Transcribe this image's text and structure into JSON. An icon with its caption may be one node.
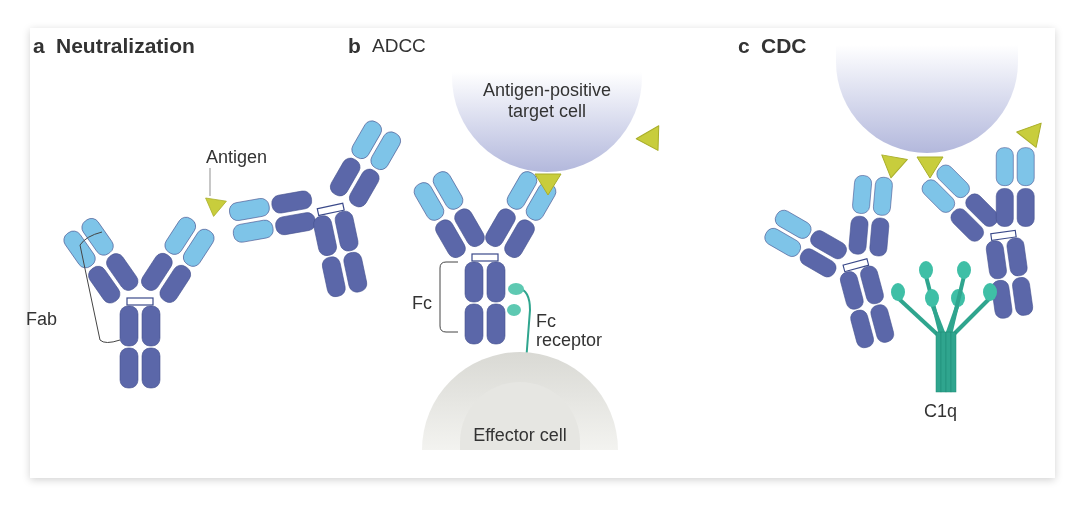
{
  "diagram": {
    "nodes": [
      {
        "text": [
          "Antigen"
        ]
      },
      {
        "text": [],
        "shape": "triangle"
      },
      {
        "text": [
          "Antigen-positive target cell"
        ]
      },
      {
        "text": [
          "Effector cell"
        ]
      },
      {
        "text": [],
        "shape": "circle"
      }
    ],
    "edges": [
      {
        "from": 0,
        "to": 1,
        "arrow": "none"
      }
    ],
    "labels": [
      "a",
      "Neutralization",
      "b",
      "ADCC",
      "c",
      "CDC",
      "Fab",
      "Fc",
      "Fc receptor",
      "C1q"
    ]
  }
}
